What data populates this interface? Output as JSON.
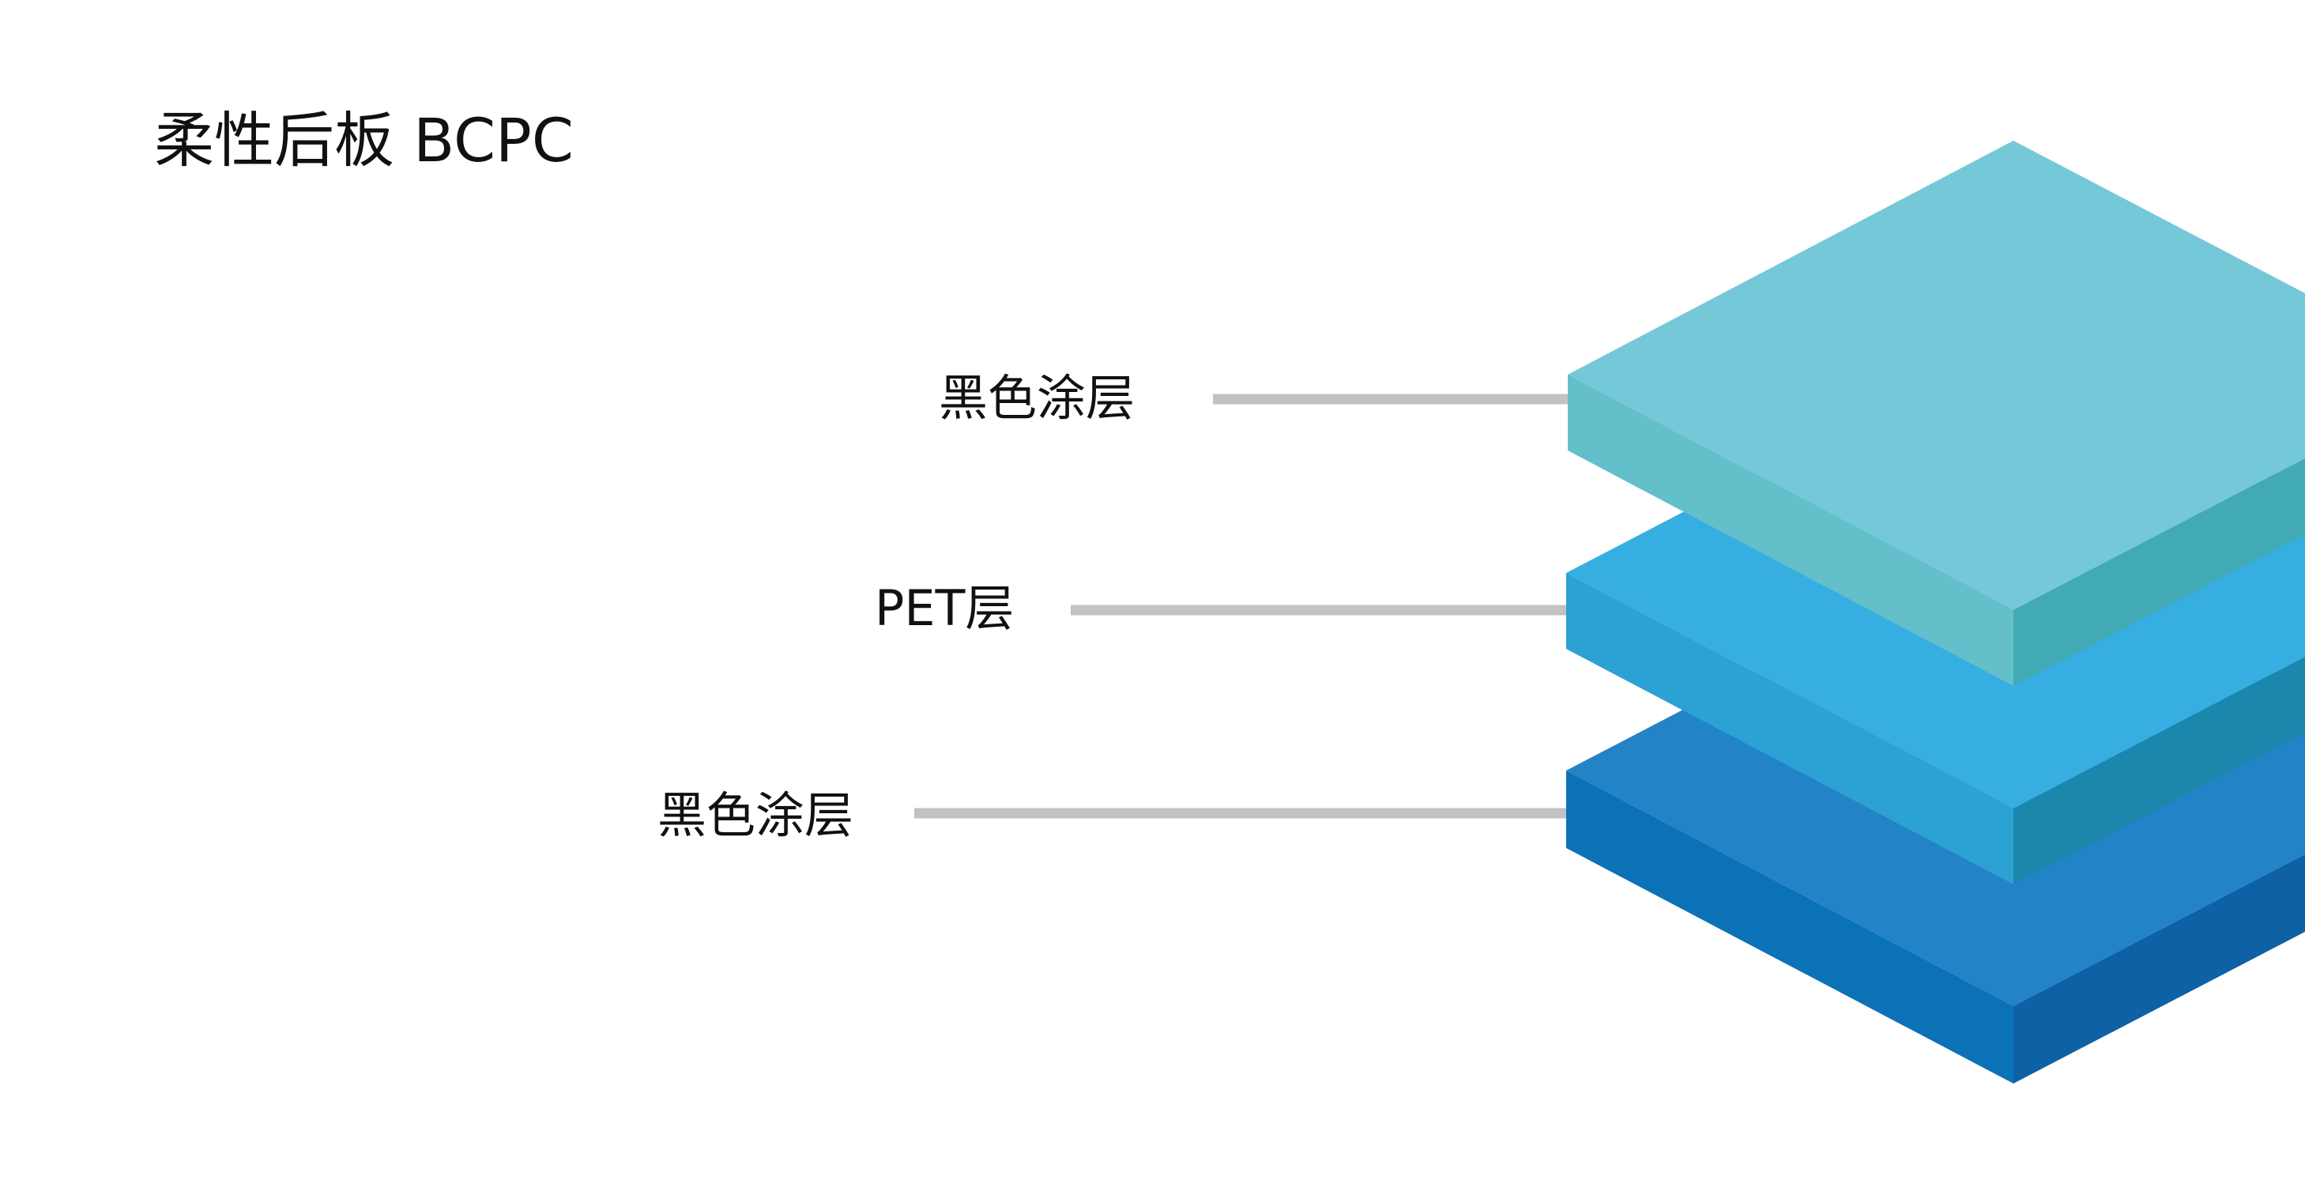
{
  "title": "柔性后板 BCPC",
  "layers": [
    {
      "label": "黑色涂层",
      "colors": {
        "top": "#75C8D8",
        "left": "#63BFCA",
        "right": "#41AAB5"
      }
    },
    {
      "label": "PET层",
      "colors": {
        "top": "#36AEE2",
        "left": "#2CA1D4",
        "right": "#1C87AD"
      }
    },
    {
      "label": "黑色涂层",
      "colors": {
        "top": "#2383C7",
        "left": "#0C72B7",
        "right": "#0E61A5"
      }
    }
  ],
  "leader_color": "#C2C2C2"
}
